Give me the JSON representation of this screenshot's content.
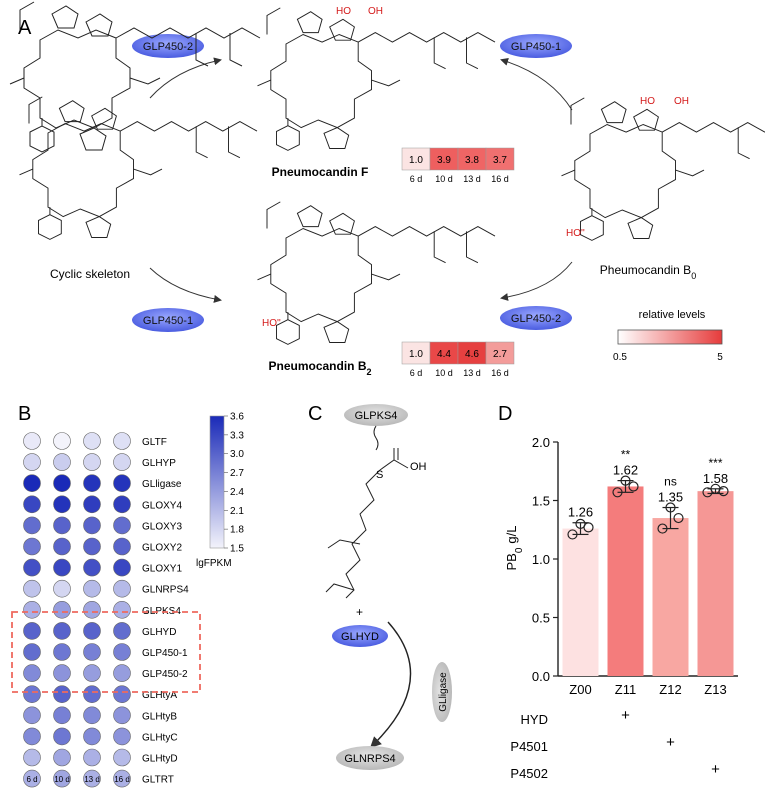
{
  "panels": {
    "a": "A",
    "b": "B",
    "c": "C",
    "d": "D"
  },
  "panelA": {
    "enzymes": {
      "top_left": "GLP450-2",
      "top_right": "GLP450-1",
      "bottom_left": "GLP450-1",
      "bottom_right": "GLP450-2"
    },
    "compounds": {
      "cyclic": "Cyclic skeleton",
      "pf": "Pneumocandin F",
      "pb2_main": "Pneumocandin B",
      "pb2_sub": "2",
      "pb0_main": "Pheumocandin B",
      "pb0_sub": "0"
    },
    "heatmap_pf": {
      "values": [
        "1.0",
        "3.9",
        "3.8",
        "3.7"
      ],
      "colors": [
        "#fbe4e3",
        "#ee5f5f",
        "#ef6565",
        "#f07070"
      ],
      "days": [
        "6 d",
        "10 d",
        "13 d",
        "16 d"
      ]
    },
    "heatmap_pb2": {
      "values": [
        "1.0",
        "4.4",
        "4.6",
        "2.7"
      ],
      "colors": [
        "#fbe4e3",
        "#e94848",
        "#e64040",
        "#f39c9a"
      ],
      "days": [
        "6 d",
        "10 d",
        "13 d",
        "16 d"
      ]
    },
    "legend": {
      "title": "relative levels",
      "min": "0.5",
      "max": "5",
      "color_low": "#ffffff",
      "color_high": "#e63c3c"
    }
  },
  "panelB": {
    "genes": [
      "GLTF",
      "GLHYP",
      "GLligase",
      "GLOXY4",
      "GLOXY3",
      "GLOXY2",
      "GLOXY1",
      "GLNRPS4",
      "GLPKS4",
      "GLHYD",
      "GLP450-1",
      "GLP450-2",
      "GLHtyA",
      "GLHtyB",
      "GLHtyC",
      "GLHtyD",
      "GLTRT"
    ],
    "days": [
      "6 d",
      "10 d",
      "13 d",
      "16 d"
    ],
    "values": [
      [
        1.6,
        1.5,
        1.7,
        1.7
      ],
      [
        1.8,
        1.9,
        1.8,
        1.8
      ],
      [
        3.6,
        3.6,
        3.5,
        3.5
      ],
      [
        3.3,
        3.5,
        3.4,
        3.4
      ],
      [
        2.9,
        3.0,
        3.0,
        2.9
      ],
      [
        2.8,
        3.0,
        3.0,
        3.0
      ],
      [
        3.2,
        3.3,
        3.2,
        3.3
      ],
      [
        2.0,
        1.8,
        2.1,
        2.1
      ],
      [
        2.2,
        2.4,
        2.3,
        2.2
      ],
      [
        3.0,
        3.0,
        3.0,
        2.9
      ],
      [
        2.9,
        2.8,
        2.7,
        2.7
      ],
      [
        2.6,
        2.5,
        2.4,
        2.4
      ],
      [
        2.8,
        3.0,
        2.9,
        2.8
      ],
      [
        2.5,
        2.7,
        2.6,
        2.5
      ],
      [
        2.6,
        2.8,
        2.6,
        2.5
      ],
      [
        2.1,
        2.3,
        2.2,
        2.1
      ],
      [
        2.2,
        2.3,
        2.2,
        2.2
      ]
    ],
    "colorbar": {
      "ticks": [
        "3.6",
        "3.3",
        "3.0",
        "2.7",
        "2.4",
        "2.1",
        "1.8",
        "1.5"
      ],
      "label": "lgFPKM",
      "color_high": "#1a2ab8",
      "color_low": "#f3f3fb"
    },
    "highlight_color": "#ee6a5f"
  },
  "panelC": {
    "nodes": {
      "pks": "GLPKS4",
      "s": "S",
      "oh": "OH",
      "plus": "+",
      "hyd": "GLHYD",
      "ligase": "GLligase",
      "nrps": "GLNRPS4"
    }
  },
  "chart_data": {
    "type": "bar",
    "categories": [
      "Z00",
      "Z11",
      "Z12",
      "Z13"
    ],
    "values": [
      1.26,
      1.62,
      1.35,
      1.58
    ],
    "value_labels": [
      "1.26",
      "1.62",
      "1.35",
      "1.58"
    ],
    "significance": [
      "",
      "**",
      "ns",
      "***"
    ],
    "colors": [
      "#fde1e1",
      "#f47c7c",
      "#f8a7a2",
      "#f59795"
    ],
    "points": [
      [
        1.21,
        1.27,
        1.3
      ],
      [
        1.57,
        1.62,
        1.67
      ],
      [
        1.26,
        1.35,
        1.44
      ],
      [
        1.57,
        1.58,
        1.6
      ]
    ],
    "errors": [
      0.05,
      0.05,
      0.09,
      0.02
    ],
    "ylabel_main": "PB",
    "ylabel_sub": "0",
    "ylabel_unit": "g/L",
    "ylim": [
      0,
      2.0
    ],
    "yticks": [
      "0.0",
      "0.5",
      "1.0",
      "1.5",
      "2.0"
    ],
    "ytick_values": [
      0,
      0.5,
      1.0,
      1.5,
      2.0
    ],
    "rows": [
      {
        "label": "HYD",
        "marks": [
          "",
          "+",
          "",
          ""
        ]
      },
      {
        "label": "P4501",
        "marks": [
          "",
          "",
          "+",
          ""
        ]
      },
      {
        "label": "P4502",
        "marks": [
          "",
          "",
          "",
          "+"
        ]
      }
    ]
  }
}
